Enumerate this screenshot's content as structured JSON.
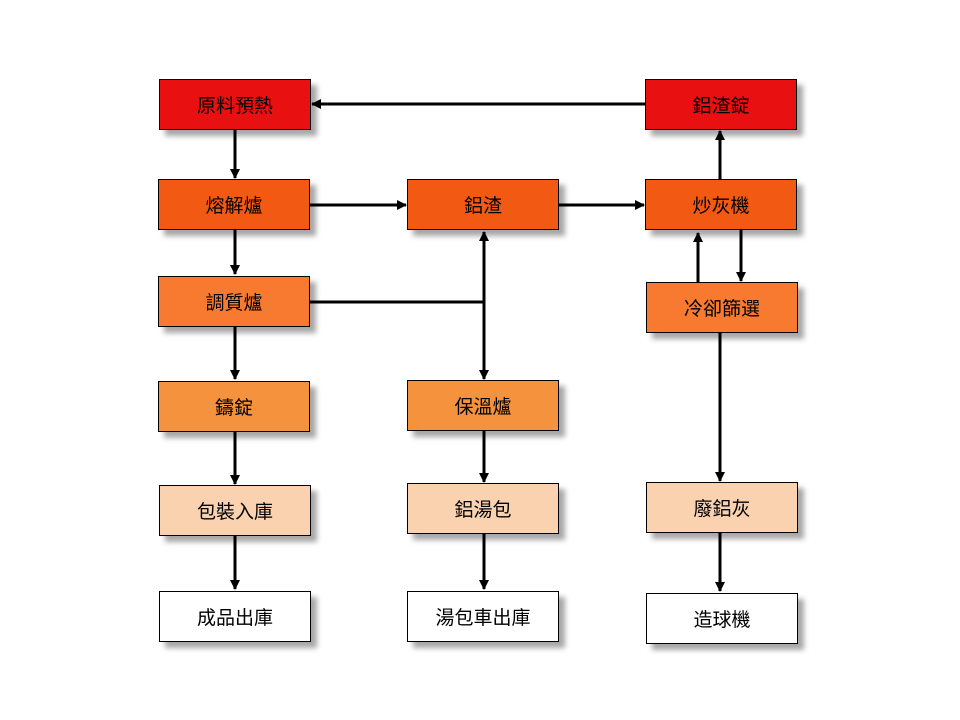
{
  "colors": {
    "red": "#e81010",
    "orange": "#f25a14",
    "light_orange": "#f77a30",
    "amber": "#f5923e",
    "peach": "#fbd2b0",
    "white": "#ffffff",
    "line": "#000000"
  },
  "nodes": {
    "raw_preheat": {
      "label": "原料預熱"
    },
    "dross_ingot": {
      "label": "鋁渣錠"
    },
    "melting_furnace": {
      "label": "熔解爐"
    },
    "dross": {
      "label": "鋁渣"
    },
    "ash_fryer": {
      "label": "炒灰機"
    },
    "conditioning_furnace": {
      "label": "調質爐"
    },
    "cooling_screening": {
      "label": "冷卻篩選"
    },
    "casting_ingot": {
      "label": "鑄錠"
    },
    "holding_furnace": {
      "label": "保溫爐"
    },
    "packing_storage": {
      "label": "包裝入庫"
    },
    "molten_ladle": {
      "label": "鋁湯包"
    },
    "waste_ash": {
      "label": "廢鋁灰"
    },
    "product_shipping": {
      "label": "成品出庫"
    },
    "ladle_truck_shipping": {
      "label": "湯包車出庫"
    },
    "pelletizer": {
      "label": "造球機"
    }
  },
  "edges": [
    {
      "from": "dross_ingot",
      "to": "raw_preheat"
    },
    {
      "from": "raw_preheat",
      "to": "melting_furnace"
    },
    {
      "from": "melting_furnace",
      "to": "dross"
    },
    {
      "from": "dross",
      "to": "ash_fryer"
    },
    {
      "from": "ash_fryer",
      "to": "dross_ingot"
    },
    {
      "from": "melting_furnace",
      "to": "conditioning_furnace"
    },
    {
      "from": "conditioning_furnace",
      "to": "dross"
    },
    {
      "from": "conditioning_furnace",
      "to": "holding_furnace"
    },
    {
      "from": "conditioning_furnace",
      "to": "casting_ingot"
    },
    {
      "from": "ash_fryer",
      "to": "cooling_screening"
    },
    {
      "from": "cooling_screening",
      "to": "ash_fryer"
    },
    {
      "from": "cooling_screening",
      "to": "waste_ash"
    },
    {
      "from": "casting_ingot",
      "to": "packing_storage"
    },
    {
      "from": "holding_furnace",
      "to": "molten_ladle"
    },
    {
      "from": "packing_storage",
      "to": "product_shipping"
    },
    {
      "from": "molten_ladle",
      "to": "ladle_truck_shipping"
    },
    {
      "from": "waste_ash",
      "to": "pelletizer"
    }
  ]
}
